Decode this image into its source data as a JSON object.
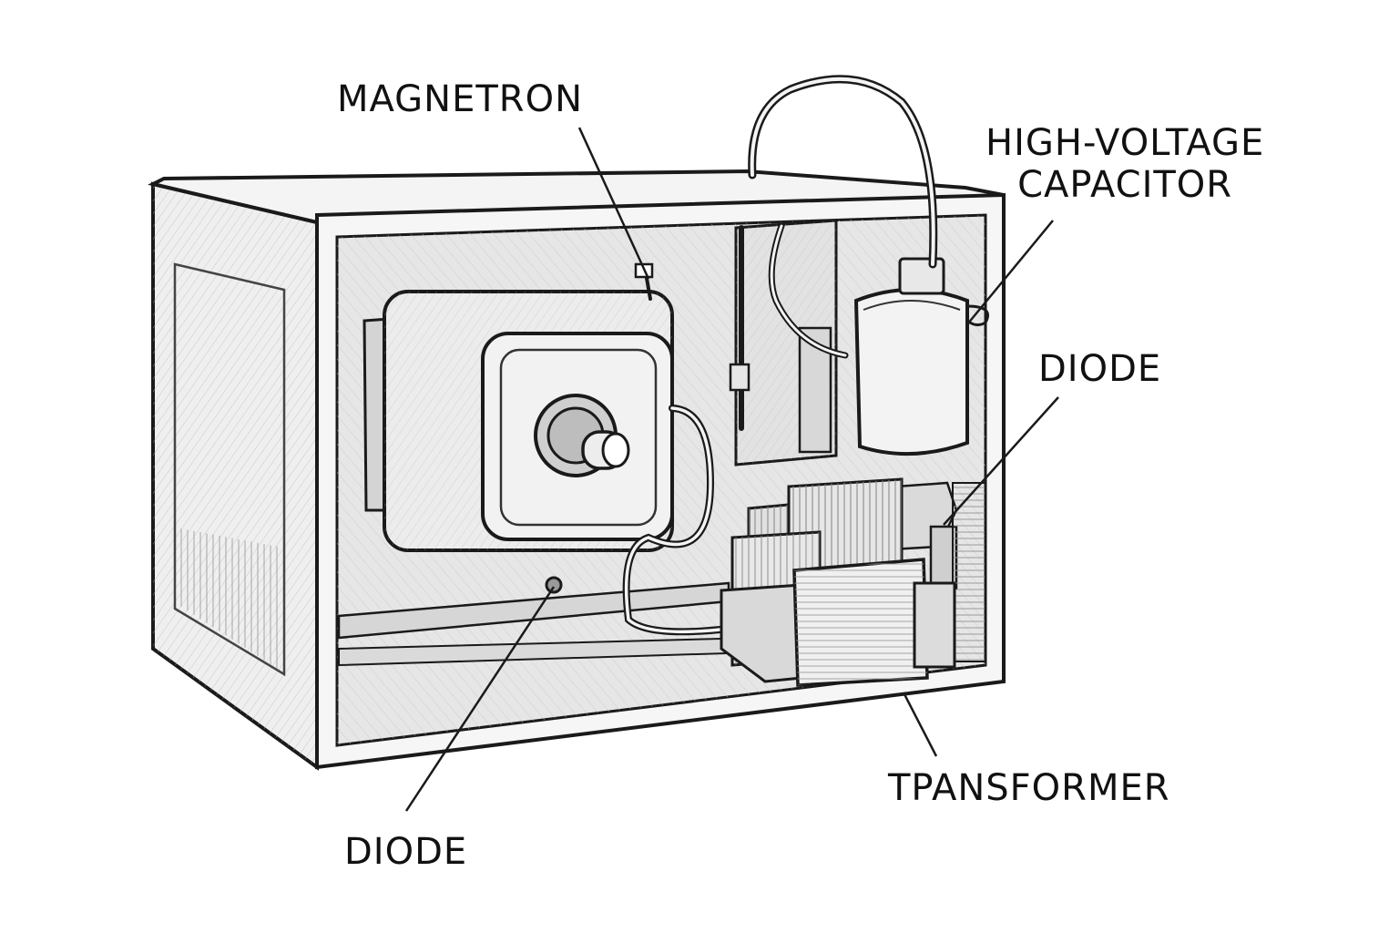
{
  "labels": {
    "magnetron": "MAGNETRON",
    "capacitor_line1": "HIGH-VOLTAGE",
    "capacitor_line2": "CAPACITOR",
    "diode_right": "DIODE",
    "transformer": "TPANSFORMER",
    "diode_left": "DIODE"
  },
  "colors": {
    "ink": "#1a1a1a",
    "panel": "#e4e4e4",
    "panel_dark": "#cfcfcf",
    "cabinet": "#f2f2f2",
    "paper": "#ffffff"
  }
}
